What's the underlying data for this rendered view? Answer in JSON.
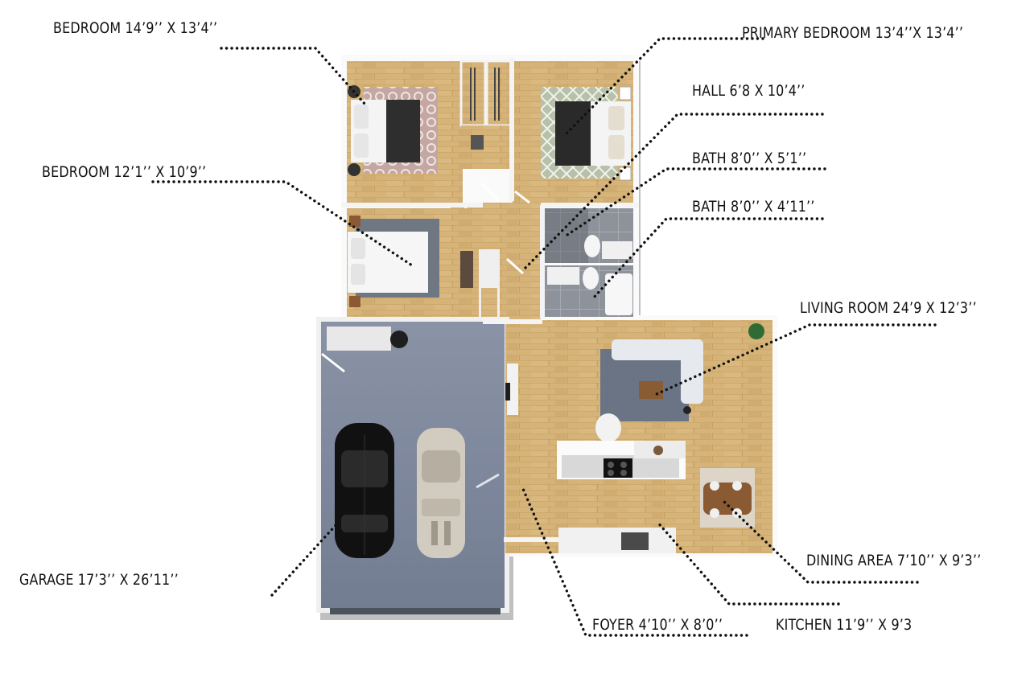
{
  "rooms": [
    {
      "id": "bedroom-2",
      "label": "BEDROOM 14’9’’ X 13’4’’"
    },
    {
      "id": "primary-bedroom",
      "label": "PRIMARY BEDROOM 13’4’’X 13’4’’"
    },
    {
      "id": "hall",
      "label": "HALL 6’8 X 10’4’’"
    },
    {
      "id": "bedroom-3",
      "label": "BEDROOM 12’1’’ X 10’9’’"
    },
    {
      "id": "bath-1",
      "label": "BATH 8’0’’ X 5’1’’"
    },
    {
      "id": "bath-2",
      "label": "BATH 8’0’’ X 4’11’’"
    },
    {
      "id": "living-room",
      "label": "LIVING ROOM 24’9 X 12’3’’"
    },
    {
      "id": "dining-area",
      "label": "DINING AREA 7’10’’ X 9’3’’"
    },
    {
      "id": "garage",
      "label": "GARAGE 17’3’’ X 26’11’’"
    },
    {
      "id": "foyer",
      "label": "FOYER 4’10’’ X 8’0’’"
    },
    {
      "id": "kitchen",
      "label": "KITCHEN 11’9’’ X 9’3"
    }
  ],
  "colors": {
    "floor_wood": "#d4b073",
    "floor_wood_dark": "#b8904f",
    "garage_floor": "#7f8a9e",
    "wall": "#f4f4f4",
    "tile": "#8c9097",
    "rug_gray": "#6d7480",
    "leader": "#111111"
  }
}
